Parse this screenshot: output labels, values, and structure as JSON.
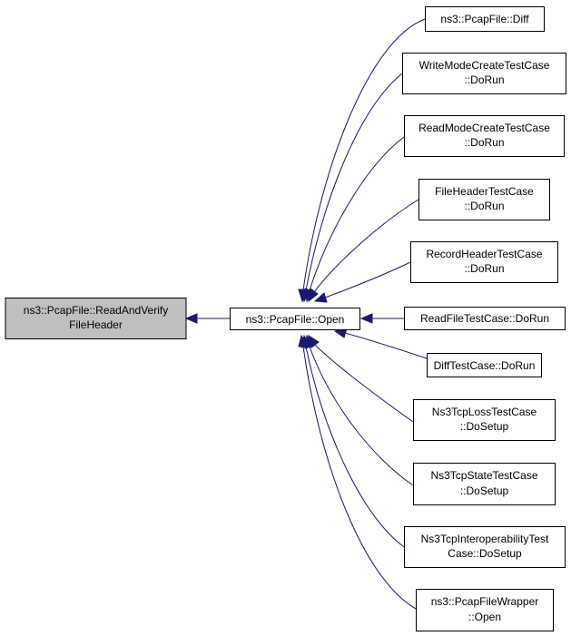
{
  "nodes": {
    "read_and_verify": {
      "lines": [
        "ns3::PcapFile::ReadAndVerify",
        "FileHeader"
      ]
    },
    "open": {
      "lines": [
        "ns3::PcapFile::Open"
      ]
    },
    "diff": {
      "lines": [
        "ns3::PcapFile::Diff"
      ]
    },
    "write_mode": {
      "lines": [
        "WriteModeCreateTestCase",
        "::DoRun"
      ]
    },
    "read_mode": {
      "lines": [
        "ReadModeCreateTestCase",
        "::DoRun"
      ]
    },
    "file_header": {
      "lines": [
        "FileHeaderTestCase",
        "::DoRun"
      ]
    },
    "record_header": {
      "lines": [
        "RecordHeaderTestCase",
        "::DoRun"
      ]
    },
    "read_file": {
      "lines": [
        "ReadFileTestCase::DoRun"
      ]
    },
    "diff_test": {
      "lines": [
        "DiffTestCase::DoRun"
      ]
    },
    "tcp_loss": {
      "lines": [
        "Ns3TcpLossTestCase",
        "::DoSetup"
      ]
    },
    "tcp_state": {
      "lines": [
        "Ns3TcpStateTestCase",
        "::DoSetup"
      ]
    },
    "tcp_interop": {
      "lines": [
        "Ns3TcpInteroperabilityTest",
        "Case::DoSetup"
      ]
    },
    "wrapper_open": {
      "lines": [
        "ns3::PcapFileWrapper",
        "::Open"
      ]
    }
  },
  "edges": [
    {
      "from": "open",
      "to": "read_and_verify"
    },
    {
      "from": "diff",
      "to": "open"
    },
    {
      "from": "write_mode",
      "to": "open"
    },
    {
      "from": "read_mode",
      "to": "open"
    },
    {
      "from": "file_header",
      "to": "open"
    },
    {
      "from": "record_header",
      "to": "open"
    },
    {
      "from": "read_file",
      "to": "open"
    },
    {
      "from": "diff_test",
      "to": "open"
    },
    {
      "from": "tcp_loss",
      "to": "open"
    },
    {
      "from": "tcp_state",
      "to": "open"
    },
    {
      "from": "tcp_interop",
      "to": "open"
    },
    {
      "from": "wrapper_open",
      "to": "open"
    }
  ],
  "colors": {
    "focus_fill": "#bfbfbf",
    "node_fill": "#ffffff",
    "node_border": "#000000",
    "edge": "#191970"
  }
}
